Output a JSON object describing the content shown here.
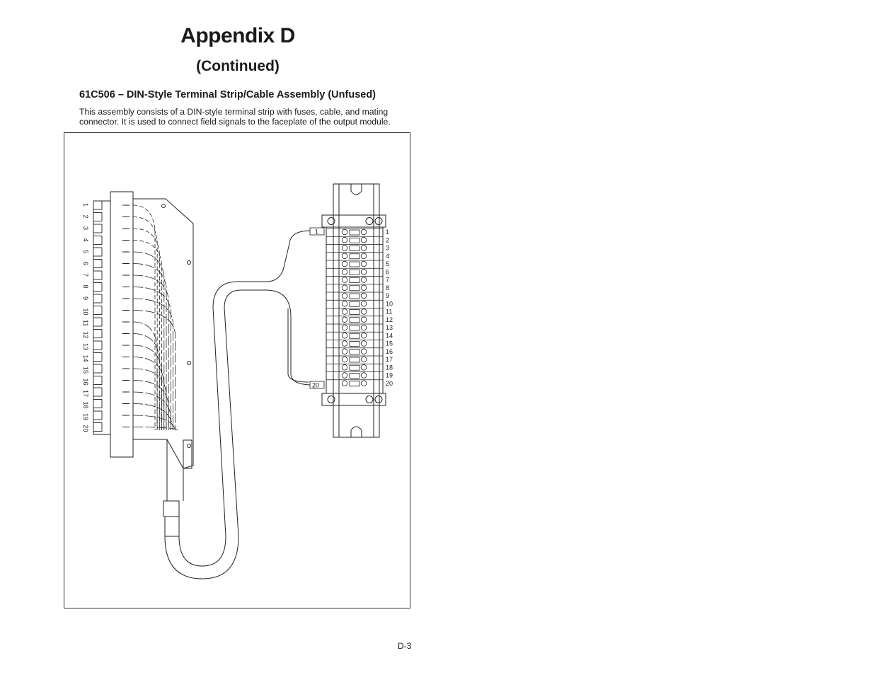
{
  "page": {
    "title": "Appendix D",
    "subtitle": "(Continued)",
    "section_title": "61C506 – DIN-Style Terminal Strip/Cable Assembly (Unfused)",
    "description": "This assembly consists of a DIN-style terminal strip with fuses, cable, and mating connector. It is used to connect field signals to the faceplate of the output module.",
    "page_number": "D-3"
  },
  "figure": {
    "connector_pins": [
      "1",
      "2",
      "3",
      "4",
      "5",
      "6",
      "7",
      "8",
      "9",
      "10",
      "11",
      "12",
      "13",
      "14",
      "15",
      "16",
      "17",
      "18",
      "19",
      "20"
    ],
    "terminal_numbers": [
      "1",
      "2",
      "3",
      "4",
      "5",
      "6",
      "7",
      "8",
      "9",
      "10",
      "11",
      "12",
      "13",
      "14",
      "15",
      "16",
      "17",
      "18",
      "19",
      "20"
    ],
    "cable_tag_top": "1",
    "cable_tag_bottom": "20"
  }
}
